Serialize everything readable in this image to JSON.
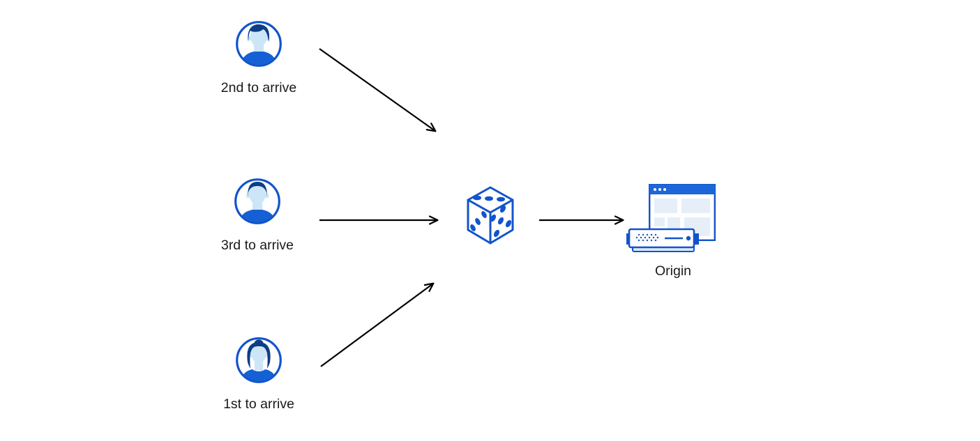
{
  "diagram": {
    "nodes": {
      "client_top": {
        "label": "2nd to arrive",
        "icon": "user-male-avatar-icon"
      },
      "client_middle": {
        "label": "3rd to arrive",
        "icon": "user-male-avatar-icon"
      },
      "client_bottom": {
        "label": "1st to arrive",
        "icon": "user-female-avatar-icon"
      },
      "randomizer": {
        "icon": "dice-icon"
      },
      "origin": {
        "label": "Origin",
        "icon": "origin-server-icon"
      }
    },
    "edges": [
      {
        "from": "client_top",
        "to": "randomizer"
      },
      {
        "from": "client_middle",
        "to": "randomizer"
      },
      {
        "from": "client_bottom",
        "to": "randomizer"
      },
      {
        "from": "randomizer",
        "to": "origin"
      }
    ]
  },
  "colors": {
    "primary_blue_stroke": "#1254cb",
    "fill_blue": "#1c66d9",
    "shirt_blue": "#1560d4",
    "hair_navy": "#0d3d85",
    "skin_light_blue": "#cde6f7",
    "panel_light_blue": "#e6eff8",
    "server_base_blue": "#dbe9f8",
    "arrow_black": "#000000",
    "text": "#1a1a1a",
    "background": "#ffffff"
  }
}
